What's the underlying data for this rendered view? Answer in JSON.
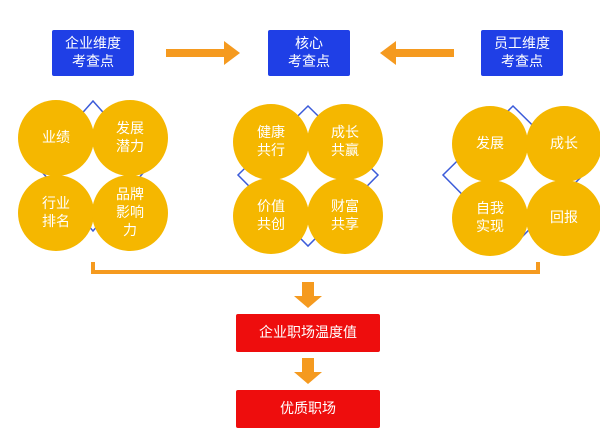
{
  "headers": {
    "enterprise": [
      "企业维度",
      "考查点"
    ],
    "core": [
      "核心",
      "考查点"
    ],
    "employee": [
      "员工维度",
      "考查点"
    ]
  },
  "groups": {
    "enterprise": [
      [
        "业绩"
      ],
      [
        "发展",
        "潜力"
      ],
      [
        "行业",
        "排名"
      ],
      [
        "品牌",
        "影响",
        "力"
      ]
    ],
    "core": [
      [
        "健康",
        "共行"
      ],
      [
        "成长",
        "共赢"
      ],
      [
        "价值",
        "共创"
      ],
      [
        "财富",
        "共享"
      ]
    ],
    "employee": [
      [
        "发展"
      ],
      [
        "成长"
      ],
      [
        "自我",
        "实现"
      ],
      [
        "回报"
      ]
    ]
  },
  "results": {
    "temperature": "企业职场温度值",
    "quality": "优质职场"
  },
  "colors": {
    "header_blue": "#1f3fe6",
    "circle_yellow": "#f5b700",
    "arrow_orange": "#f59a1f",
    "result_red": "#ee0d0d",
    "diamond_blue": "#3b5bd9"
  }
}
